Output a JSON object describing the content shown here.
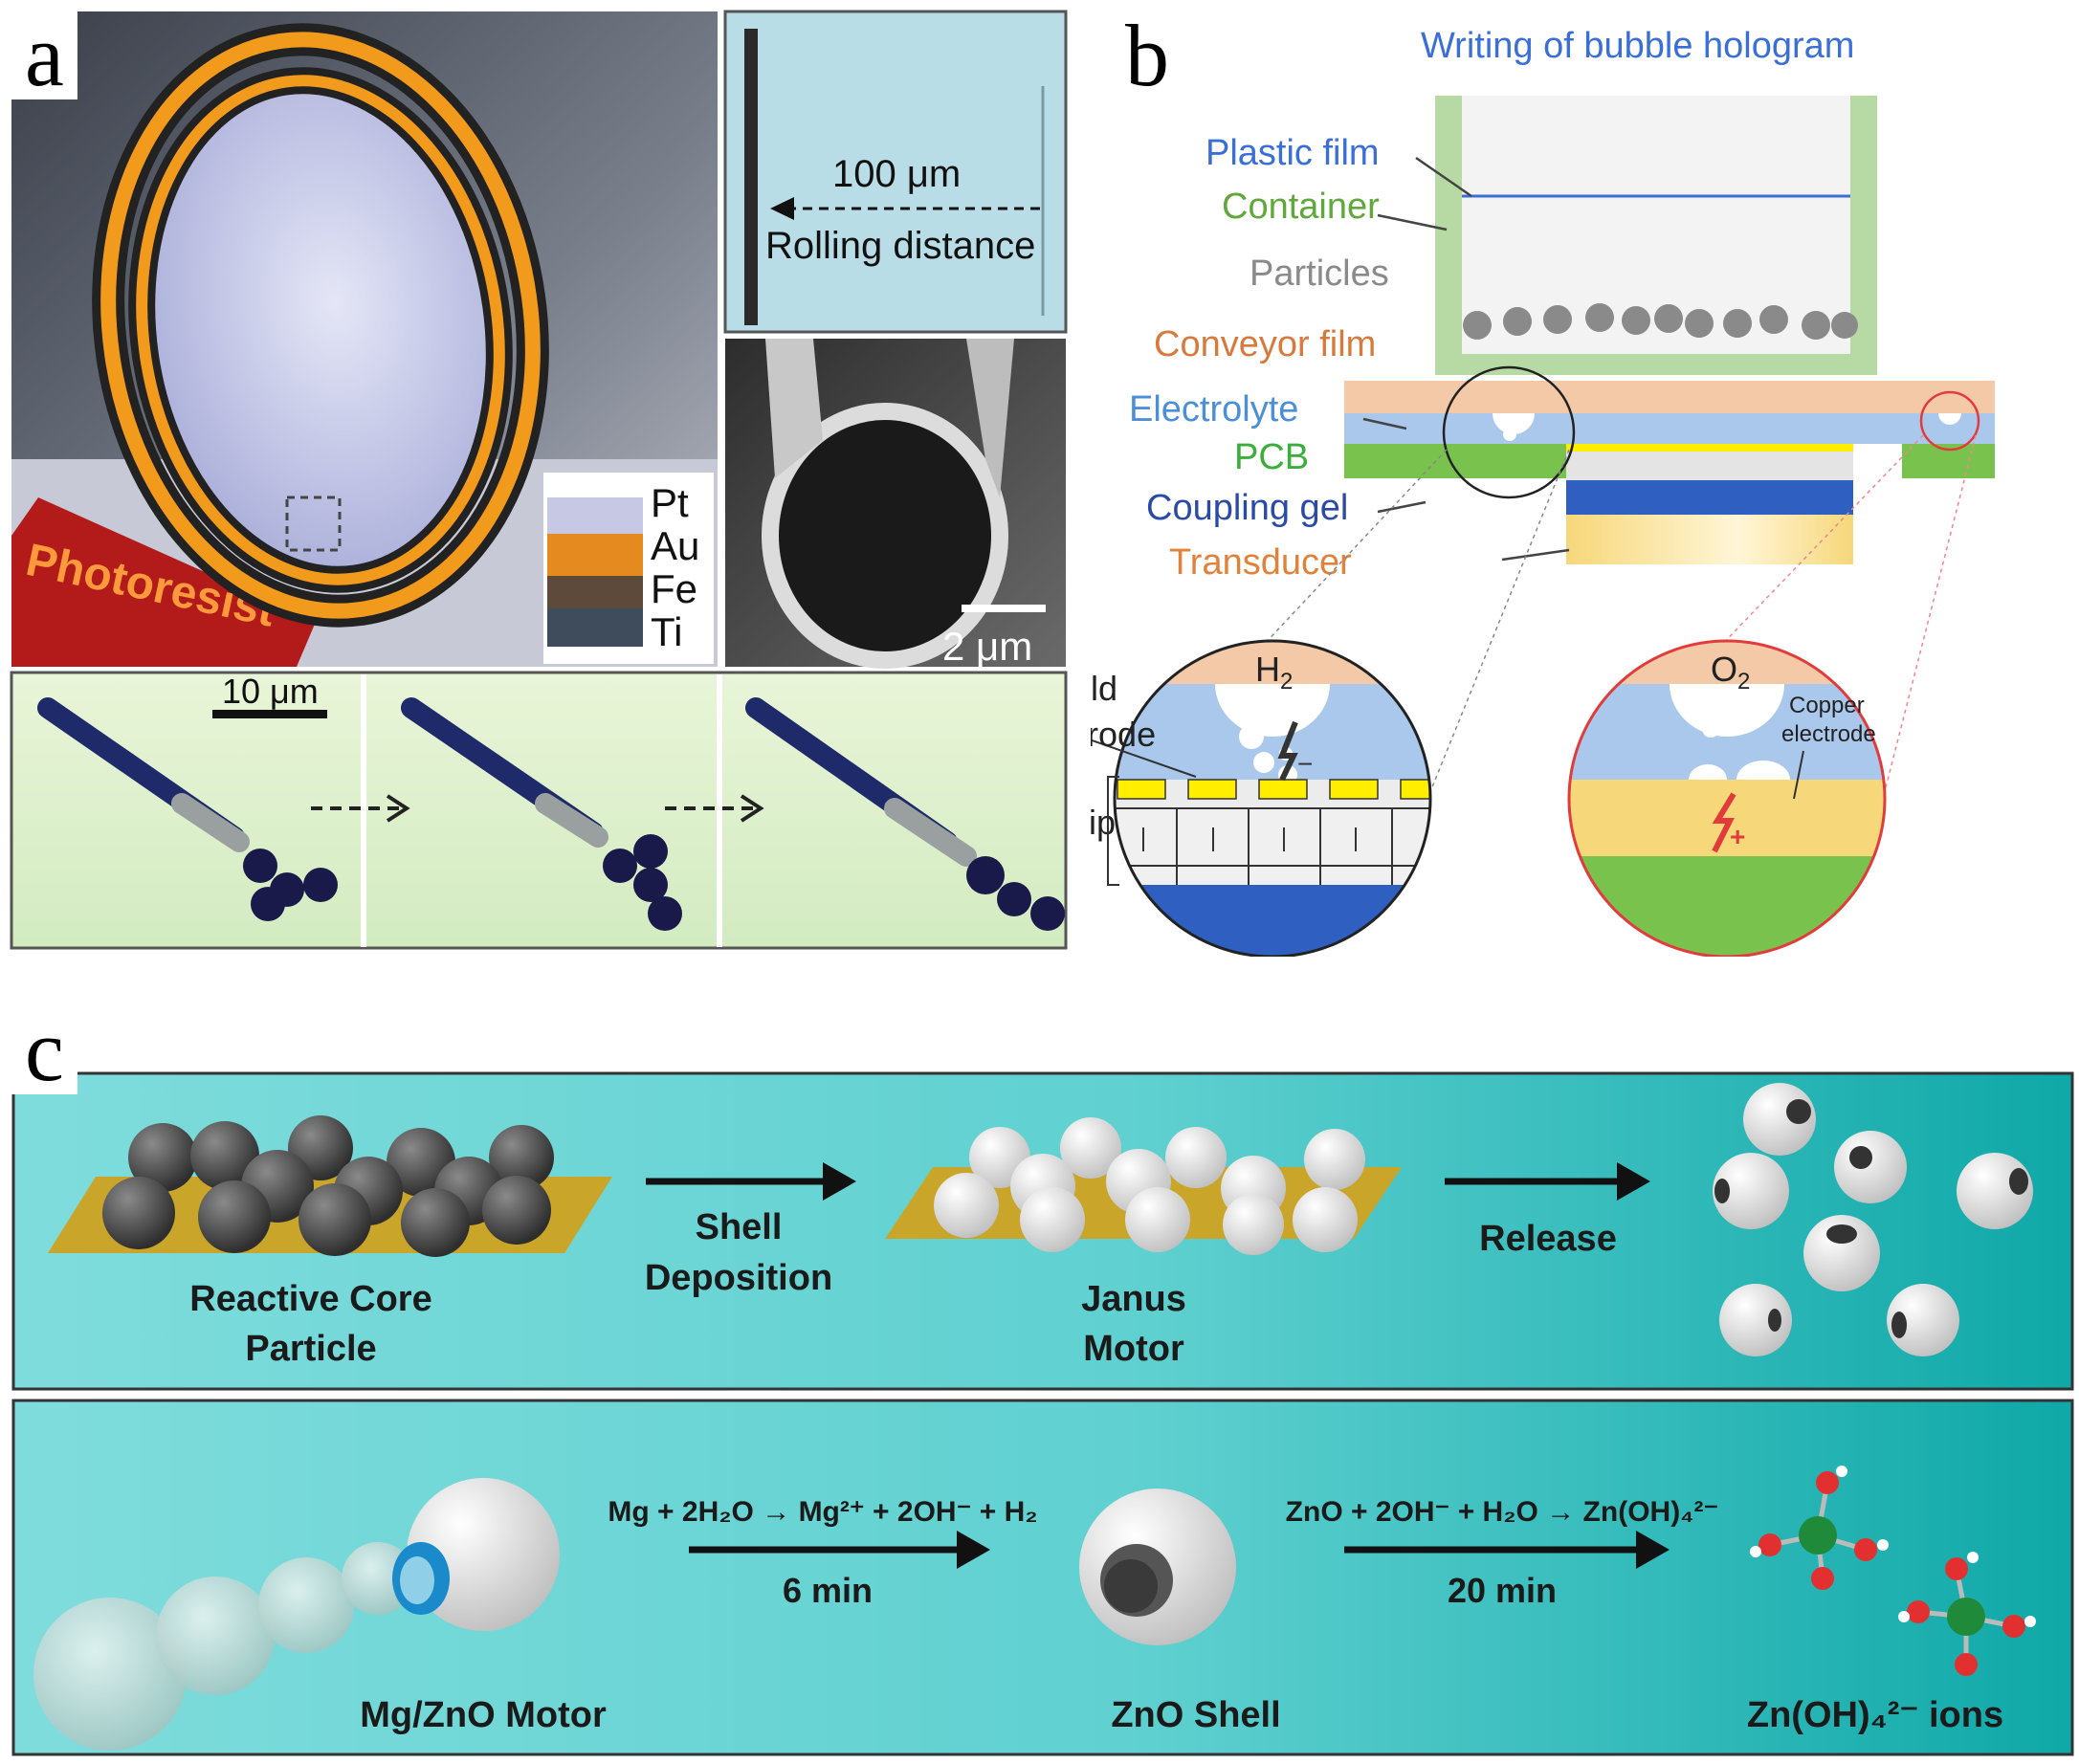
{
  "panel_labels": {
    "a": "a",
    "b": "b",
    "c": "c"
  },
  "panel_a": {
    "photoresist_label": "Photoresist",
    "layers": [
      "Pt",
      "Au",
      "Fe",
      "Ti"
    ],
    "distance_label": "100 μm",
    "rolling_label": "Rolling distance",
    "sem_scale": "2 μm",
    "strip_scale": "10 μm"
  },
  "panel_b": {
    "title": "Writing of bubble hologram",
    "labels": {
      "plastic_film": "Plastic film",
      "container": "Container",
      "particles": "Particles",
      "conveyor_film": "Conveyor film",
      "electrolyte": "Electrolyte",
      "pcb": "PCB",
      "coupling_gel": "Coupling gel",
      "transducer": "Transducer"
    },
    "zoom_left": {
      "gas": "H",
      "sub": "2",
      "gold": "Gold",
      "electrode": "electrode",
      "chip": "Chip",
      "sign": "−"
    },
    "zoom_right": {
      "gas": "O",
      "sub": "2",
      "copper": "Copper",
      "electrode": "electrode",
      "sign": "+"
    },
    "colors": {
      "title": "#3b6fd8",
      "container": "#b7d9a3",
      "conveyor": "#f4c9a8",
      "electrolyte": "#a9c8ec",
      "pcb": "#7ac24e",
      "coupling_gel": "#2f5fc0",
      "transducer": "#f6d77a",
      "gold_electrode": "#ffee00",
      "zoom_right_ring": "#e23b3b"
    }
  },
  "panel_c": {
    "top": {
      "core_label_1": "Reactive Core",
      "core_label_2": "Particle",
      "step1_1": "Shell",
      "step1_2": "Deposition",
      "janus_1": "Janus",
      "janus_2": "Motor",
      "step2": "Release"
    },
    "bottom": {
      "eq1": "Mg + 2H₂O → Mg²⁺ + 2OH⁻ + H₂",
      "time1": "6 min",
      "eq2": "ZnO + 2OH⁻ + H₂O → Zn(OH)₄²⁻",
      "time2": "20 min",
      "motor_label": "Mg/ZnO Motor",
      "shell_label": "ZnO Shell",
      "ions_label": "Zn(OH)₄²⁻ ions"
    },
    "colors": {
      "background_light": "#7fdcdc",
      "background_dark": "#10a8a8",
      "substrate": "#c9a52a",
      "core": "#4a4a4a",
      "shell": "#f2f2f2"
    }
  }
}
